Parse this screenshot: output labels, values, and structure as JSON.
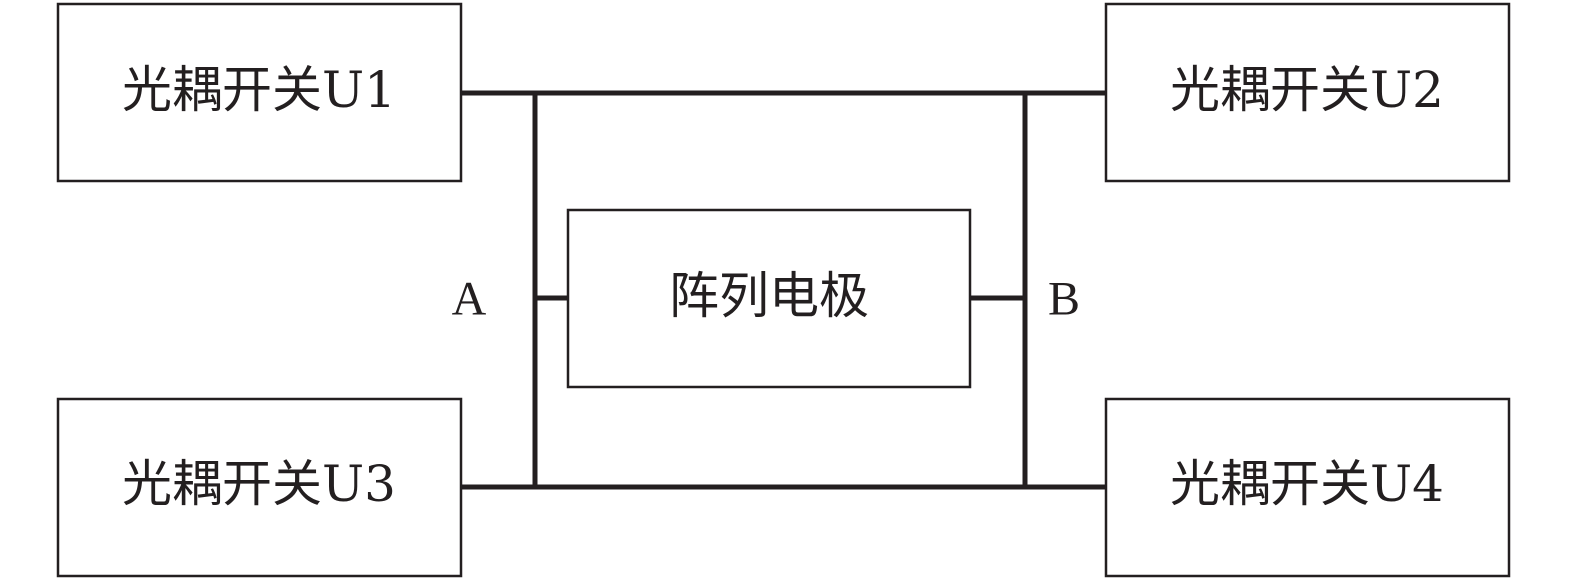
{
  "diagram": {
    "switches": {
      "u1": "光耦开关U1",
      "u2": "光耦开关U2",
      "u3": "光耦开关U3",
      "u4": "光耦开关U4"
    },
    "center": "阵列电极",
    "nodes": {
      "a": "A",
      "b": "B"
    }
  }
}
